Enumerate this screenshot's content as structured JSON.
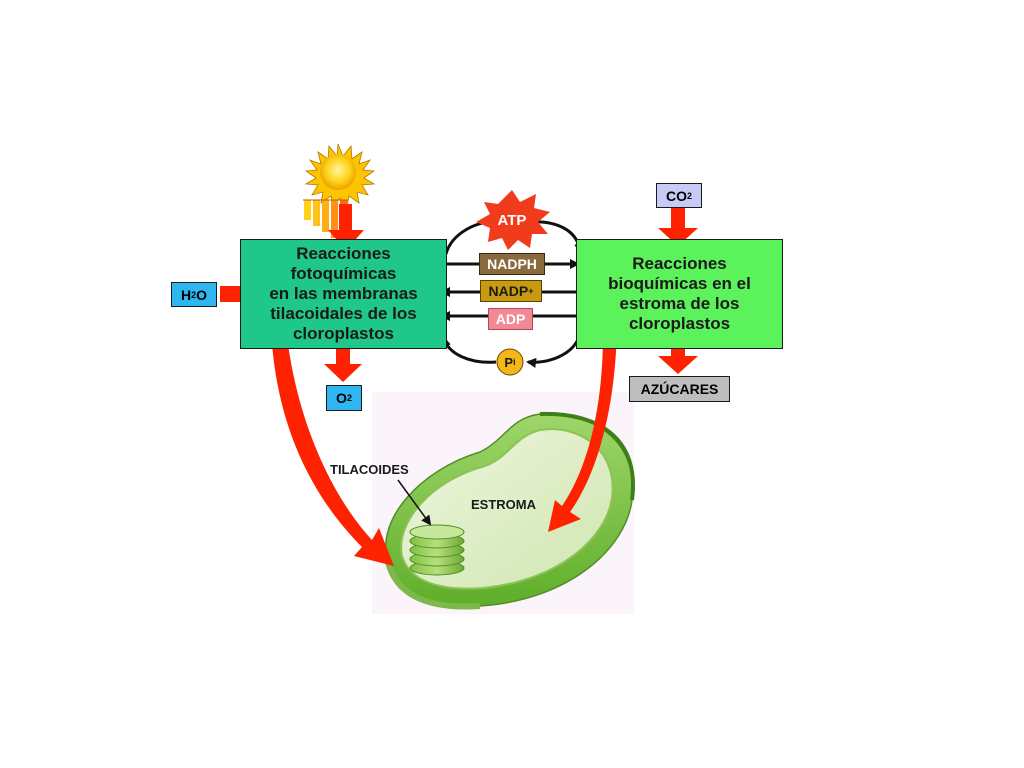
{
  "light_phase": {
    "line1": "Reacciones",
    "line2": "fotoquímicas",
    "line3": "en las membranas",
    "line4": "tilacoidales de los",
    "line5": "cloroplastos"
  },
  "dark_phase": {
    "line1": "Reacciones",
    "line2": "bioquímicas en el",
    "line3": "estroma de los",
    "line4": "cloroplastos"
  },
  "inputs": {
    "water": {
      "base": "H",
      "sub": "2",
      "tail": "O"
    },
    "co2": {
      "base": "CO",
      "sub": "2"
    }
  },
  "outputs": {
    "oxygen": {
      "base": "O",
      "sub": "2"
    },
    "sugars": "AZÚCARES"
  },
  "carriers": {
    "atp": "ATP",
    "nadph": "NADPH",
    "nadp": {
      "base": "NADP",
      "sup": "+"
    },
    "adp": "ADP",
    "pi": {
      "base": "P",
      "sub": "i"
    }
  },
  "chloroplast": {
    "thylakoids": "TILACOIDES",
    "stroma": "ESTROMA"
  },
  "colors": {
    "light_box": "#1fc78a",
    "dark_box": "#5cf25c",
    "water_label": "#2eb6f0",
    "oxygen_label": "#2eb6f0",
    "co2_label": "#c8cbf5",
    "sugars_label": "#bdbdbd",
    "nadph_label": "#8b6a3e",
    "nadp_label": "#c79a10",
    "adp_label": "#f28a96",
    "arrow_red": "#ff2200",
    "sun": "#ffd21a",
    "atp_burst": "#f03c1c",
    "pi_circle": "#f5b61a"
  },
  "icons": {
    "sun": "sun-icon",
    "atp_burst": "starburst-icon",
    "chloroplast": "chloroplast-illustration"
  }
}
